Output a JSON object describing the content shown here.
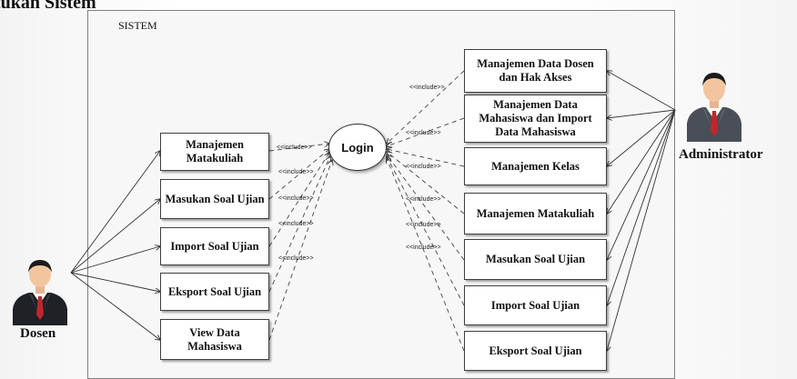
{
  "heading": "tukan Sistem",
  "system": {
    "label": "SISTEM"
  },
  "login": {
    "label": "Login"
  },
  "include_label": "<<include>>",
  "actors": {
    "dosen": {
      "label": "Dosen",
      "icon": "person-icon",
      "tie_color": "#c0272d"
    },
    "admin": {
      "label": "Administrator",
      "icon": "person-icon",
      "tie_color": "#c0272d"
    }
  },
  "dosen_use_cases": [
    {
      "label": "Manajemen Matakuliah"
    },
    {
      "label": "Masukan Soal Ujian"
    },
    {
      "label": "Import Soal Ujian"
    },
    {
      "label": "Eksport Soal Ujian"
    },
    {
      "label": "View Data Mahasiswa"
    }
  ],
  "admin_use_cases": [
    {
      "label": "Manajemen Data Dosen dan Hak Akses"
    },
    {
      "label": "Manajemen Data Mahasiswa dan Import Data Mahasiswa"
    },
    {
      "label": "Manajemen Kelas"
    },
    {
      "label": "Manajemen Matakuliah"
    },
    {
      "label": "Masukan Soal Ujian"
    },
    {
      "label": "Import Soal Ujian"
    },
    {
      "label": "Eksport Soal Ujian"
    }
  ]
}
